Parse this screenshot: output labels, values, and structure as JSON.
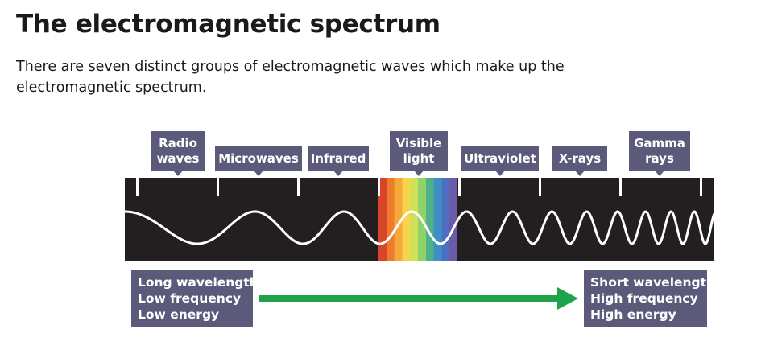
{
  "title": "The electromagnetic spectrum",
  "intro": "There are seven distinct groups of electromagnetic waves which make up the electromagnetic spectrum.",
  "groups": [
    {
      "line1": "Radio",
      "line2": "waves"
    },
    {
      "line1": "Microwaves",
      "line2": ""
    },
    {
      "line1": "Infrared",
      "line2": ""
    },
    {
      "line1": "Visible",
      "line2": "light"
    },
    {
      "line1": "Ultraviolet",
      "line2": ""
    },
    {
      "line1": "X-rays",
      "line2": ""
    },
    {
      "line1": "Gamma",
      "line2": "rays"
    }
  ],
  "left_info": {
    "lines": [
      "Long wavelength",
      "Low frequency",
      "Low energy"
    ]
  },
  "right_info": {
    "lines": [
      "Short wavelength",
      "High frequency",
      "High energy"
    ]
  },
  "colors": {
    "band": "#231f20",
    "label_bg": "#5c5a7a",
    "arrow": "#1fa34a",
    "wave": "#ffffff",
    "visible_spectrum": [
      "#d8462a",
      "#ee7a2b",
      "#f6a93b",
      "#f7d44a",
      "#cfe05a",
      "#8fd16a",
      "#4fb08a",
      "#3d8fc4",
      "#4d6fc2",
      "#6a5aa8"
    ]
  }
}
